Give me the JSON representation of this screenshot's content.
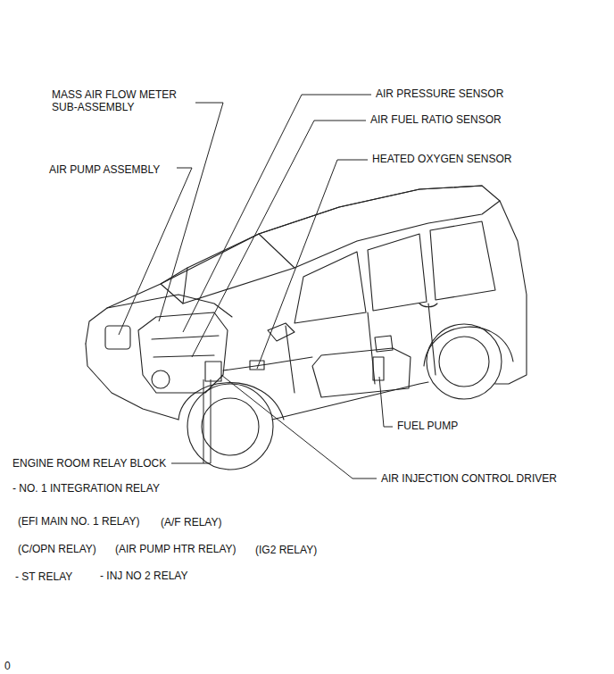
{
  "diagram": {
    "labels": [
      "MASS AIR FLOW METER SUB-ASSEMBLY",
      "AIR PUMP ASSEMBLY",
      "AIR PRESSURE SENSOR",
      "AIR FUEL RATIO SENSOR",
      "HEATED OXYGEN SENSOR",
      "FUEL PUMP",
      "ENGINE ROOM RELAY BLOCK",
      "AIR INJECTION CONTROL DRIVER",
      "- NO. 1 INTEGRATION RELAY",
      "(EFI MAIN NO. 1 RELAY)",
      "(A/F RELAY)",
      "(C/OPN RELAY)",
      "(AIR PUMP HTR RELAY)",
      "(IG2 RELAY)",
      "- ST RELAY",
      "- INJ NO 2 RELAY",
      "0"
    ]
  }
}
